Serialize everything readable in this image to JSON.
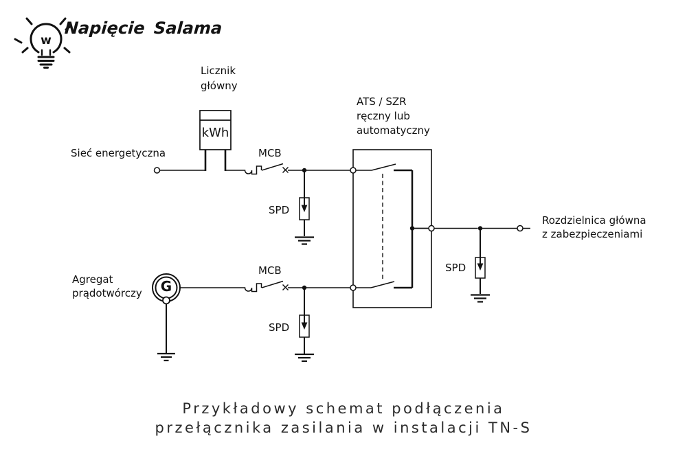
{
  "logo": {
    "name_line1": "Napięcie",
    "name_line2": "Salama",
    "bulb_letter": "w"
  },
  "labels": {
    "grid": "Sieć energetyczna",
    "meter_line1": "Licznik",
    "meter_line2": "główny",
    "meter_unit": "kWh",
    "mcb_grid": "MCB",
    "mcb_generator": "MCB",
    "spd_grid": "SPD",
    "spd_generator": "SPD",
    "spd_output": "SPD",
    "ats_line1": "ATS / SZR",
    "ats_line2": "ręczny lub",
    "ats_line3": "automatyczny",
    "generator_line1": "Agregat",
    "generator_line2": "prądotwórczy",
    "generator_letter": "G",
    "output_line1": "Rozdzielnica główna",
    "output_line2": "z zabezpieczeniami"
  },
  "caption": {
    "line1": "Przykładowy schemat podłączenia",
    "line2": "przełącznika zasilania w instalacji TN-S"
  },
  "colors": {
    "line": "#111111",
    "text": "#111111",
    "background": "#ffffff"
  }
}
